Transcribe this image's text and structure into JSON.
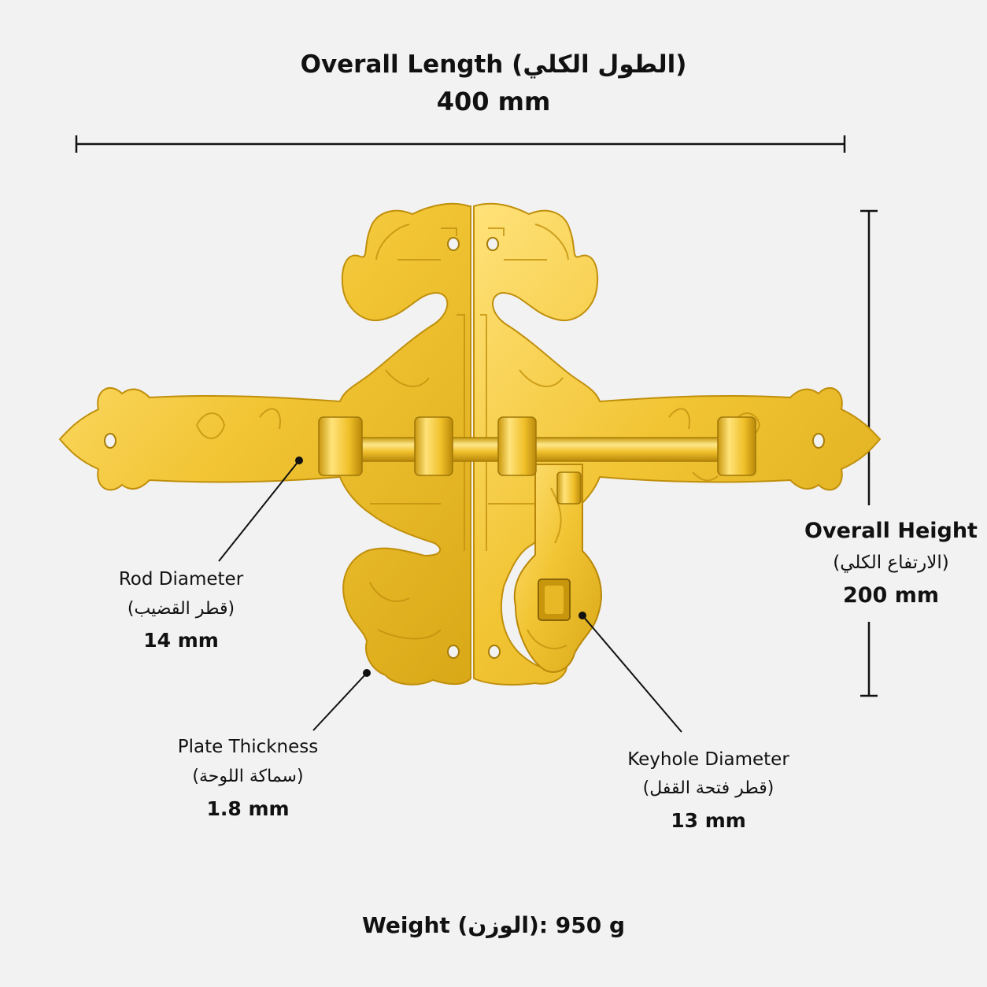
{
  "length": {
    "label": "Overall Length",
    "label_ar": "(الطول الكلي)",
    "value": "400 mm"
  },
  "height": {
    "label": "Overall Height",
    "label_ar": "(الارتفاع الكلي)",
    "value": "200 mm"
  },
  "rod": {
    "label": "Rod Diameter",
    "label_ar": "(قطر القضيب)",
    "value": "14 mm"
  },
  "plate": {
    "label": "Plate Thickness",
    "label_ar": "(سماكة اللوحة)",
    "value": "1.8 mm"
  },
  "keyhole": {
    "label": "Keyhole Diameter",
    "label_ar": "(قطر فتحة القفل)",
    "value": "13 mm"
  },
  "weight": {
    "label": "Weight",
    "label_ar": "(الوزن)",
    "value": "950 g"
  },
  "colors": {
    "background": "#f2f2f2",
    "brass": "#f0c530",
    "brass_dark": "#c9980f",
    "brass_light": "#ffe173",
    "line": "#111111"
  }
}
